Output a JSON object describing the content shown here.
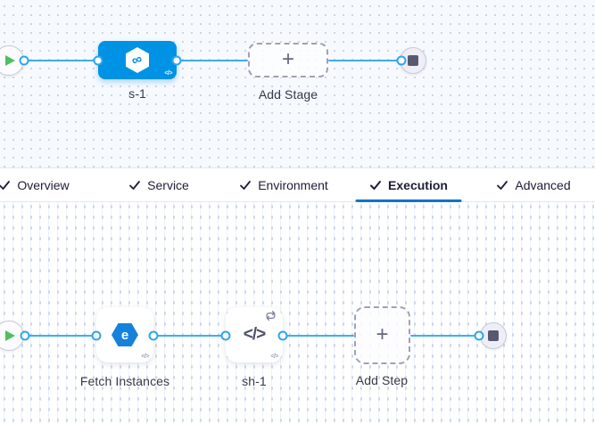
{
  "stage_canvas": {
    "stage": {
      "label": "s-1",
      "type": "deployment-stage"
    },
    "add_stage": {
      "label": "Add Stage"
    }
  },
  "tab_bar": {
    "tabs": [
      {
        "label": "Overview",
        "checked": true,
        "active": false
      },
      {
        "label": "Service",
        "checked": true,
        "active": false
      },
      {
        "label": "Environment",
        "checked": true,
        "active": false
      },
      {
        "label": "Execution",
        "checked": true,
        "active": true
      },
      {
        "label": "Advanced",
        "checked": true,
        "active": false
      }
    ]
  },
  "execution_canvas": {
    "steps": [
      {
        "label": "Fetch Instances",
        "looping": false
      },
      {
        "label": "sh-1",
        "looping": true
      }
    ],
    "add_step": {
      "label": "Add Step"
    }
  },
  "icons": {
    "infinity_glyph": "∞",
    "code_glyph": "</>",
    "plus_glyph": "+",
    "fetch_glyph": "e"
  },
  "colors": {
    "stage_node_blue": "#0092E4",
    "connector_line_blue": "#3FADF0",
    "tab_underline_blue": "#0B74D0",
    "play_green": "#4DC160",
    "stage_canvas_bg": "#F6FAFE"
  }
}
